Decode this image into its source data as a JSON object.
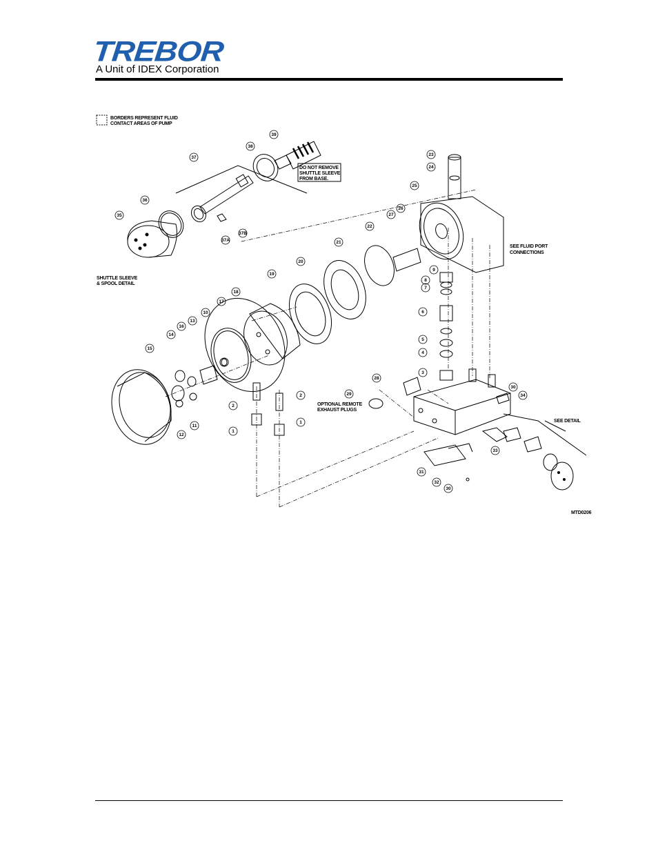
{
  "header": {
    "brand": "TREBOR",
    "subtitle": "A Unit of IDEX Corporation",
    "brand_color": "#1f5fae"
  },
  "diagram": {
    "legend_line1": "BORDERS REPRESENT FLUID",
    "legend_line2": "CONTACT AREAS OF PUMP",
    "note_sleeve_line1": "DO NOT REMOVE",
    "note_sleeve_line2": "SHUTTLE SLEEVE",
    "note_sleeve_line3": "FROM BASE.",
    "label_shuttle_line1": "SHUTTLE SLEEVE",
    "label_shuttle_line2": "& SPOOL DETAIL",
    "label_fluid_line1": "SEE FLUID PORT",
    "label_fluid_line2": "CONNECTIONS",
    "label_exhaust_line1": "OPTIONAL REMOTE",
    "label_exhaust_line2": "EXHAUST PLUGS",
    "label_see_detail": "SEE DETAIL",
    "drawing_id": "MTD0206",
    "callouts": {
      "c39": "39",
      "c38": "38",
      "c37": "37",
      "c36": "36",
      "c35": "35",
      "c37a": "37A",
      "c37b": "37B",
      "c23": "23",
      "c24": "24",
      "c25": "25",
      "c26": "26",
      "c27": "27",
      "c22": "22",
      "c21": "21",
      "c20": "20",
      "c19": "19",
      "c18": "18",
      "c17": "17",
      "c10": "10",
      "c13": "13",
      "c16": "16",
      "c14": "14",
      "c15": "15",
      "c9": "9",
      "c8": "8",
      "c7": "7",
      "c6": "6",
      "c5": "5",
      "c4": "4",
      "c3": "3",
      "c28": "28",
      "c29": "29",
      "c30a": "30",
      "c34": "34",
      "c2a": "2",
      "c2b": "2",
      "c1a": "1",
      "c1b": "1",
      "c12": "12",
      "c11": "11",
      "c33": "33",
      "c31": "31",
      "c32": "32",
      "c30b": "30"
    }
  }
}
